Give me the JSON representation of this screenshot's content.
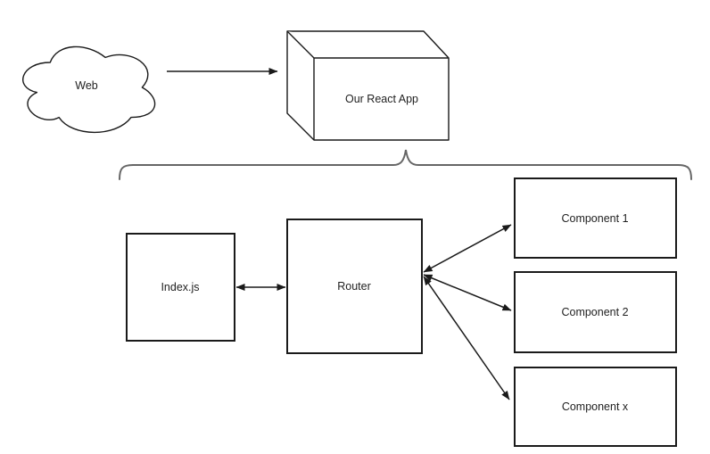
{
  "diagram": {
    "type": "flowchart",
    "background": "#ffffff",
    "shape_stroke_color": "#1a1a1a",
    "brace_color": "#666666",
    "shape_fill_color": "#ffffff",
    "nodes": {
      "web_cloud": {
        "label": "Web",
        "shape": "cloud"
      },
      "react_app": {
        "label": "Our React App",
        "shape": "cube"
      },
      "index_js": {
        "label": "Index.js",
        "shape": "rectangle"
      },
      "router": {
        "label": "Router",
        "shape": "rectangle"
      },
      "component_1": {
        "label": "Component 1",
        "shape": "rectangle"
      },
      "component_2": {
        "label": "Component 2",
        "shape": "rectangle"
      },
      "component_x": {
        "label": "Component x",
        "shape": "rectangle"
      }
    },
    "edges": [
      {
        "from": "Web",
        "to": "Our React App",
        "direction": "one-way"
      },
      {
        "from": "Index.js",
        "to": "Router",
        "direction": "two-way"
      },
      {
        "from": "Router",
        "to": "Component 1",
        "direction": "two-way"
      },
      {
        "from": "Router",
        "to": "Component 2",
        "direction": "two-way"
      },
      {
        "from": "Router",
        "to": "Component x",
        "direction": "two-way"
      },
      {
        "from": "Our React App",
        "to": "inner structure",
        "connector": "curly-brace"
      }
    ]
  }
}
